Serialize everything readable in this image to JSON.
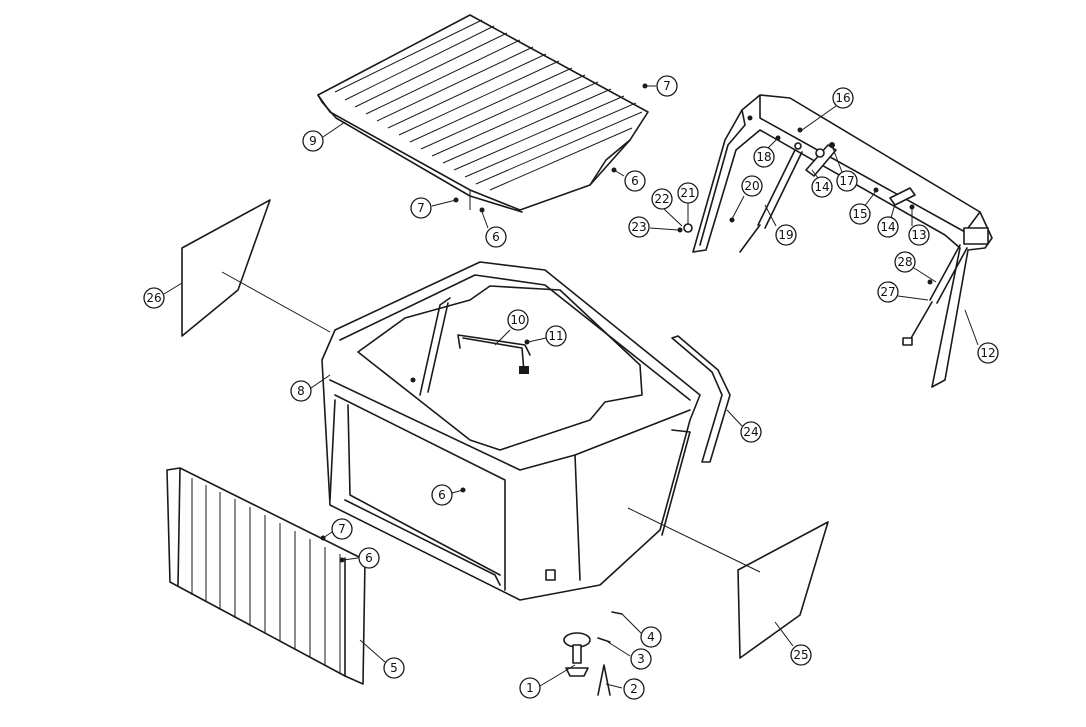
{
  "callouts": {
    "c1": "1",
    "c2": "2",
    "c3": "3",
    "c4": "4",
    "c5": "5",
    "c6a": "6",
    "c6b": "6",
    "c6c": "6",
    "c6d": "6",
    "c7a": "7",
    "c7b": "7",
    "c7c": "7",
    "c8": "8",
    "c9": "9",
    "c10": "10",
    "c11": "11",
    "c12": "12",
    "c13": "13",
    "c14a": "14",
    "c14b": "14",
    "c15": "15",
    "c16": "16",
    "c17": "17",
    "c18": "18",
    "c19": "19",
    "c20": "20",
    "c21": "21",
    "c22": "22",
    "c23": "23",
    "c24": "24",
    "c25": "25",
    "c26": "26",
    "c27": "27",
    "c28": "28"
  },
  "colors": {
    "line": "#1a1a1a",
    "background": "#ffffff"
  }
}
